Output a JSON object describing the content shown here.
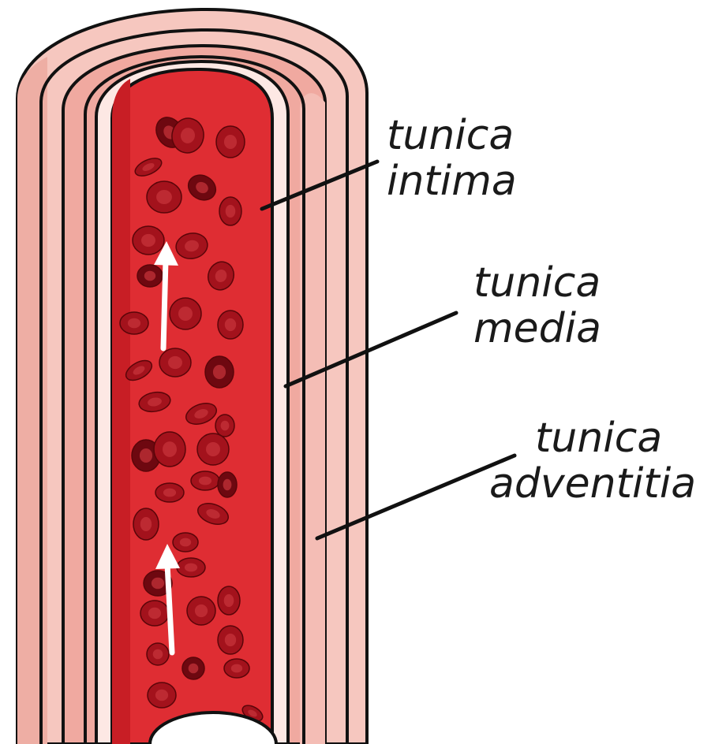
{
  "diagram": {
    "labels": {
      "intima": {
        "line1": "tunica",
        "line2": "intima"
      },
      "media": {
        "line1": "tunica",
        "line2": "media"
      },
      "adventitia": {
        "line1": "tunica",
        "line2": "adventitia"
      }
    },
    "colors": {
      "adventitia": "#f6c7bf",
      "adventitia_shade": "#eeaea4",
      "media": "#f0a9a0",
      "media_shade": "#e8968c",
      "intima": "#fde8e4",
      "lumen": "#df2d33",
      "lumen_dark": "#c81e25",
      "blood_cell": "#a3121c",
      "blood_cell_dark": "#6e0810",
      "outline": "#111111",
      "arrow": "#ffffff"
    },
    "flow_direction": "upward"
  }
}
